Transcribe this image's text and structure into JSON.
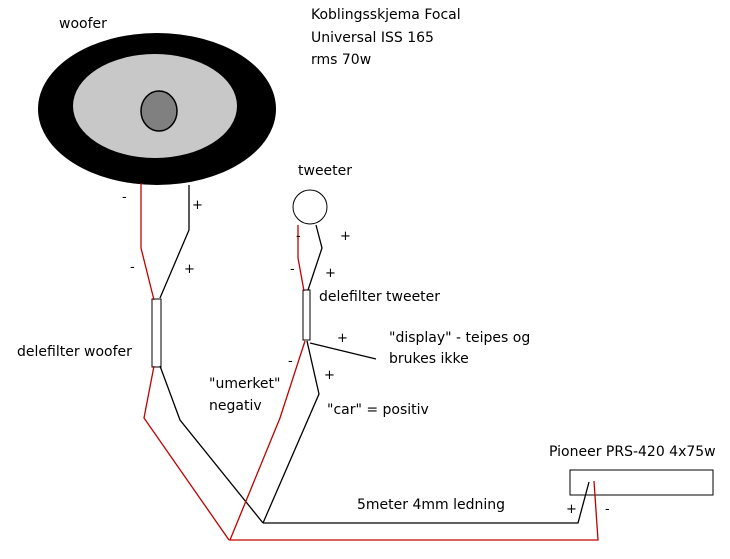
{
  "title": {
    "line1": "Koblingsskjema Focal",
    "line2": "Universal ISS 165",
    "line3": "rms 70w"
  },
  "labels": {
    "woofer": "woofer",
    "tweeter": "tweeter",
    "delefilter_tweeter": "delefilter tweeter",
    "delefilter_woofer": "delefilter woofer",
    "display_line1": "\"display\" - teipes og",
    "display_line2": "brukes ikke",
    "umerket_line1": "\"umerket\"",
    "umerket_line2": "negativ",
    "car": "\"car\" = positiv",
    "pioneer": "Pioneer PRS-420 4x75w",
    "cable": "5meter 4mm ledning"
  },
  "signs": {
    "minus": "-",
    "plus": "+"
  },
  "colors": {
    "red_wire": "#c00000",
    "black_wire": "#000000",
    "speaker_rim": "#000000",
    "speaker_cone": "#c8c8c8",
    "dust_cap": "#808080"
  }
}
